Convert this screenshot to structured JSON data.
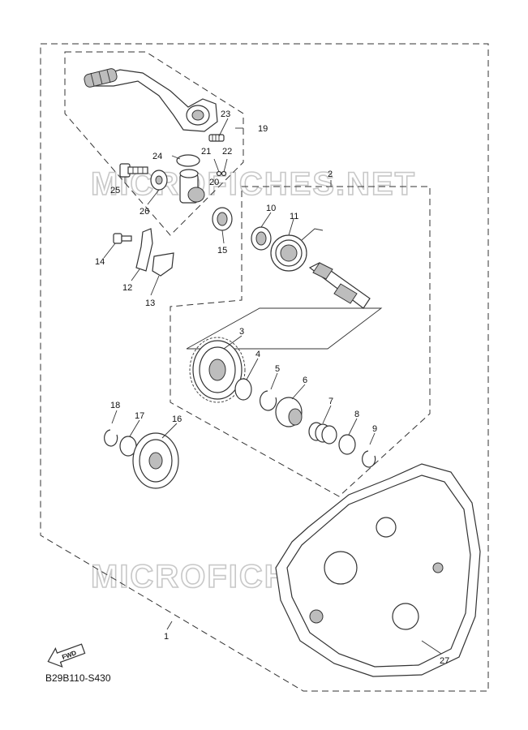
{
  "diagram": {
    "code": "B29B110-S430",
    "fwd_label": "FWD",
    "watermark": "MICROFICHES.NET",
    "callouts": [
      {
        "id": "c1",
        "text": "1"
      },
      {
        "id": "c2",
        "text": "2"
      },
      {
        "id": "c3",
        "text": "3"
      },
      {
        "id": "c4",
        "text": "4"
      },
      {
        "id": "c5",
        "text": "5"
      },
      {
        "id": "c6",
        "text": "6"
      },
      {
        "id": "c7",
        "text": "7"
      },
      {
        "id": "c8",
        "text": "8"
      },
      {
        "id": "c9",
        "text": "9"
      },
      {
        "id": "c10",
        "text": "10"
      },
      {
        "id": "c11",
        "text": "11"
      },
      {
        "id": "c12",
        "text": "12"
      },
      {
        "id": "c13",
        "text": "13"
      },
      {
        "id": "c14",
        "text": "14"
      },
      {
        "id": "c15",
        "text": "15"
      },
      {
        "id": "c16",
        "text": "16"
      },
      {
        "id": "c17",
        "text": "17"
      },
      {
        "id": "c18",
        "text": "18"
      },
      {
        "id": "c19",
        "text": "19"
      },
      {
        "id": "c20",
        "text": "20"
      },
      {
        "id": "c21",
        "text": "21"
      },
      {
        "id": "c22",
        "text": "22"
      },
      {
        "id": "c23",
        "text": "23"
      },
      {
        "id": "c24",
        "text": "24"
      },
      {
        "id": "c25",
        "text": "25"
      },
      {
        "id": "c26",
        "text": "26"
      },
      {
        "id": "c27",
        "text": "27"
      }
    ]
  }
}
